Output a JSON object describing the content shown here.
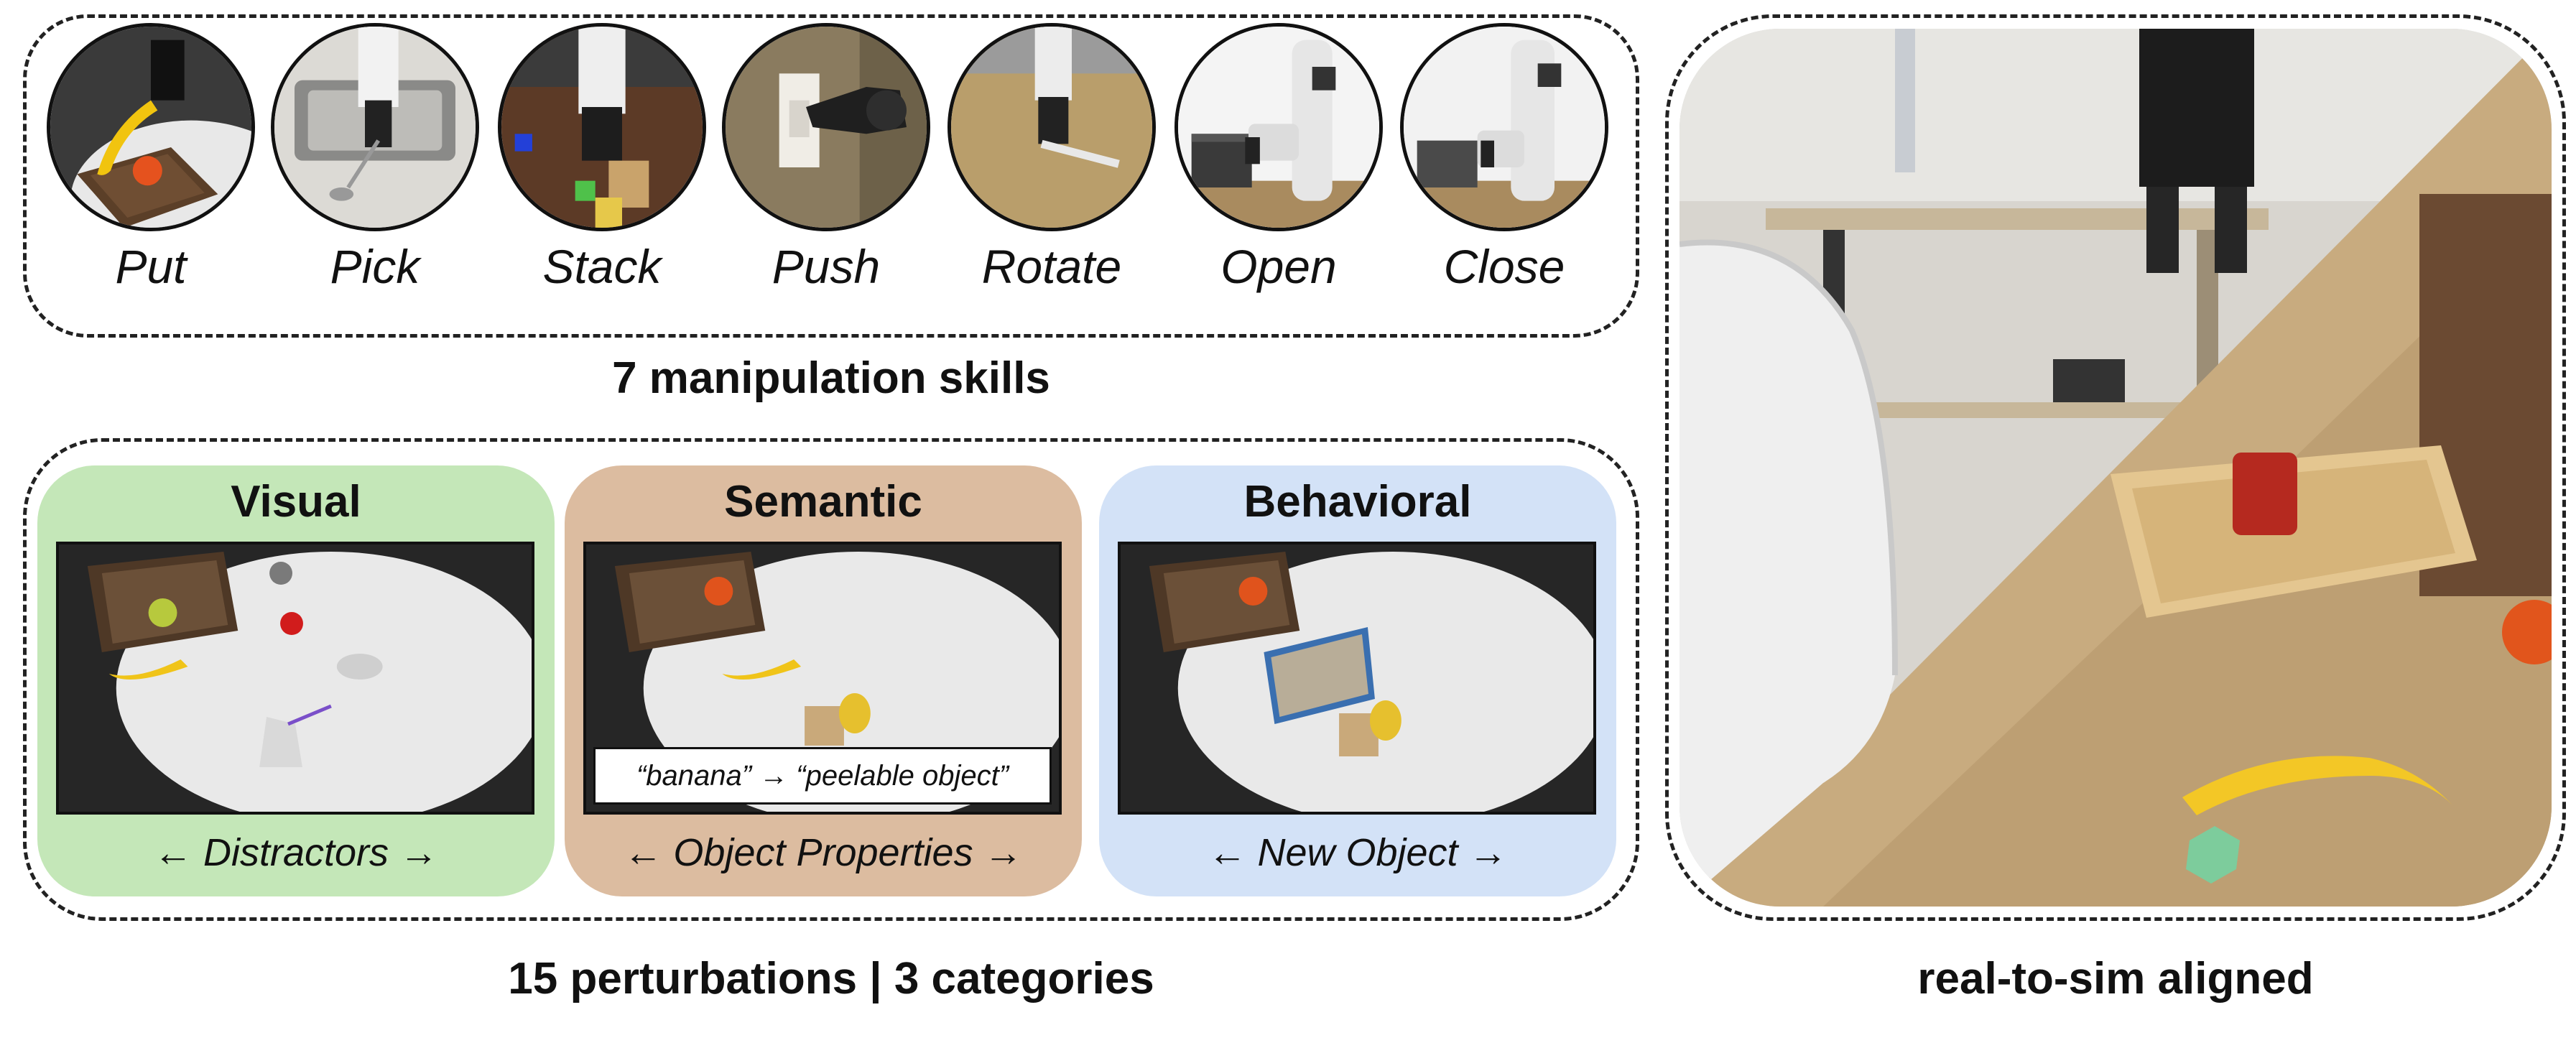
{
  "skills": {
    "items": [
      {
        "label": "Put"
      },
      {
        "label": "Pick"
      },
      {
        "label": "Stack"
      },
      {
        "label": "Push"
      },
      {
        "label": "Rotate"
      },
      {
        "label": "Open"
      },
      {
        "label": "Close"
      }
    ],
    "caption": "7 manipulation skills"
  },
  "perturbations": {
    "panels": [
      {
        "title": "Visual",
        "label": "← Distractors →",
        "color": "#c4e7b8"
      },
      {
        "title": "Semantic",
        "label": "← Object Properties →",
        "quote": "“banana” → “peelable object”",
        "color": "#dcbca0"
      },
      {
        "title": "Behavioral",
        "label": "← New Object →",
        "color": "#d3e2f7"
      }
    ],
    "caption": "15 perturbations | 3 categories"
  },
  "real_to_sim": {
    "caption": "real-to-sim aligned"
  }
}
